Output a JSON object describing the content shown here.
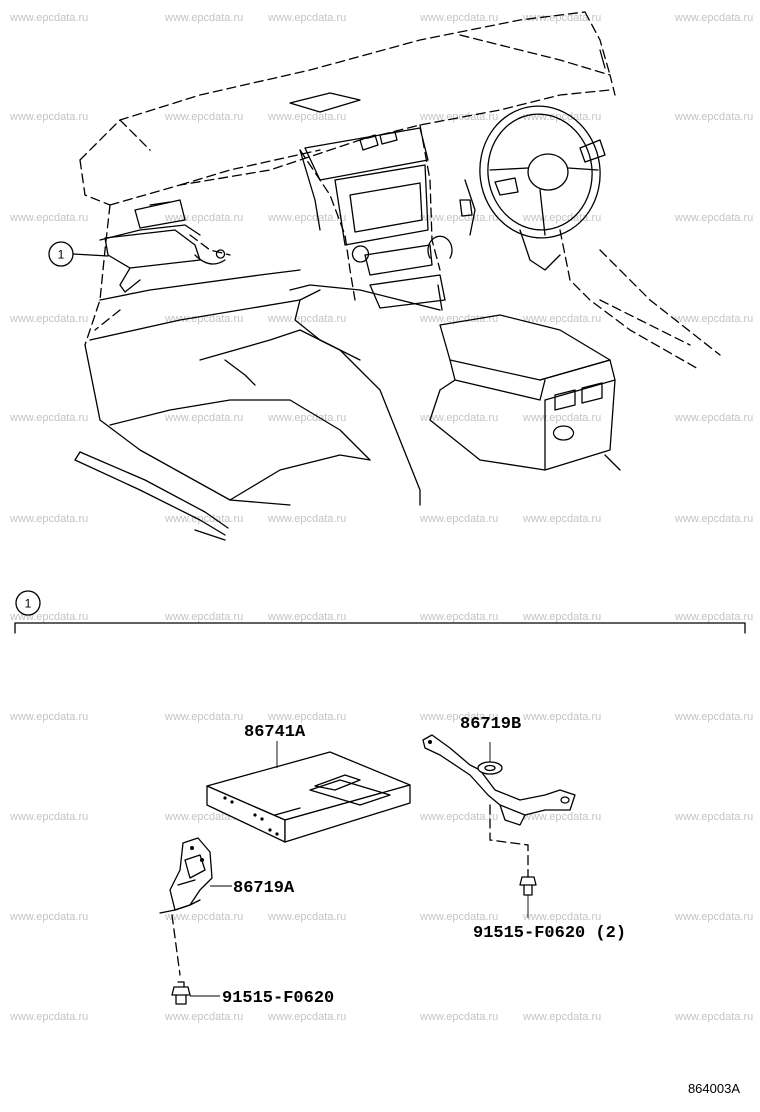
{
  "watermark_text": "www.epcdata.ru",
  "callout_label": "1",
  "section_label": "1",
  "parts": [
    {
      "id": "main_unit",
      "number": "86741A"
    },
    {
      "id": "bracket_right",
      "number": "86719B"
    },
    {
      "id": "bracket_left",
      "number": "86719A"
    },
    {
      "id": "bolt_right",
      "number": "91515-F0620 (2)"
    },
    {
      "id": "bolt_left",
      "number": "91515-F0620"
    }
  ],
  "diagram_code": "864003A"
}
